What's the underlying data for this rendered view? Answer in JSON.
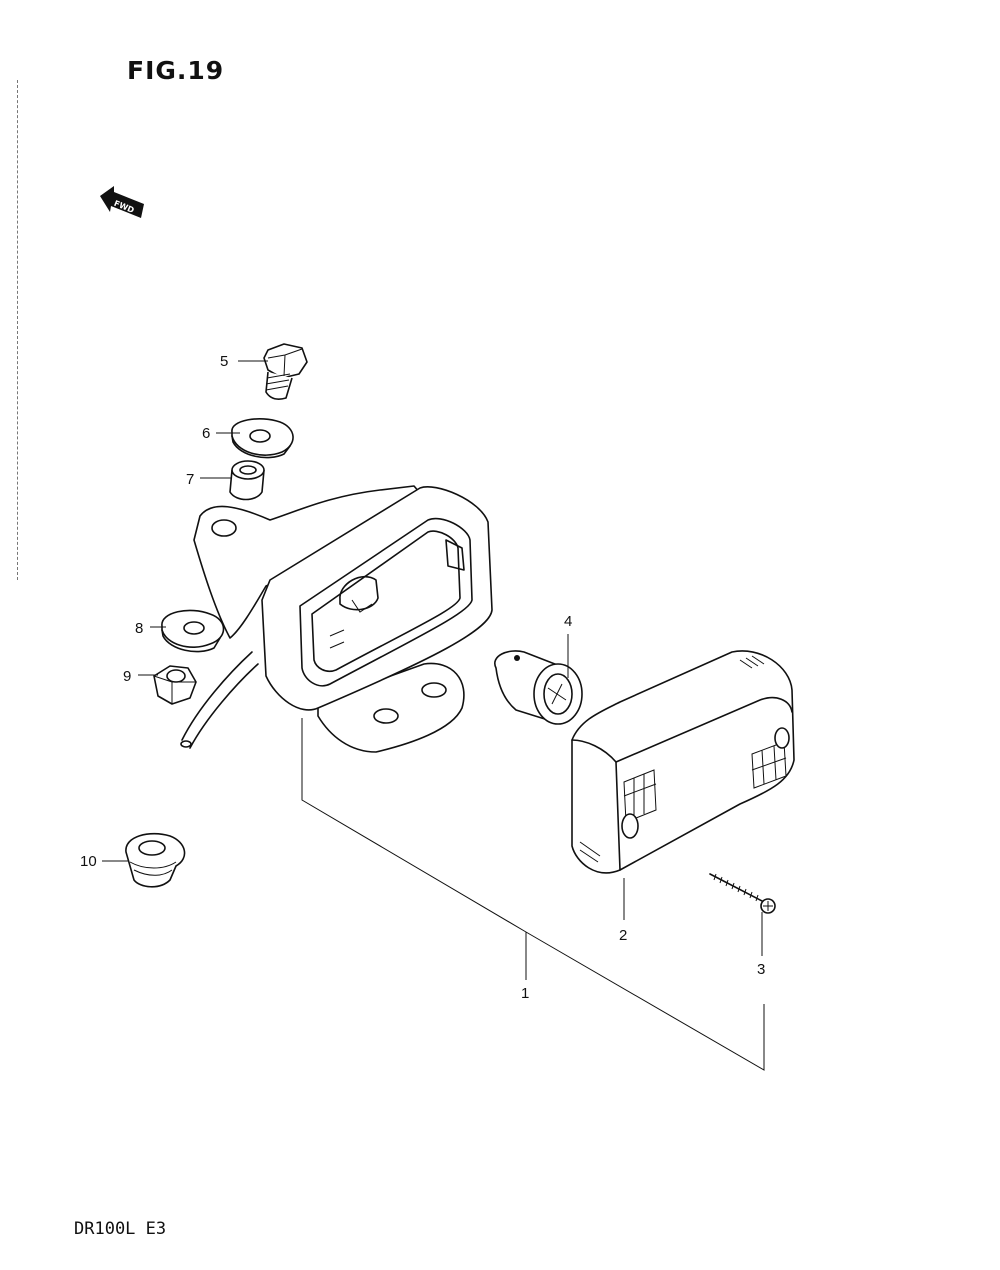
{
  "figure": {
    "title": "FIG.19",
    "fwd_label": "FWD"
  },
  "footer": {
    "model_code": "DR100L E3"
  },
  "callouts": [
    {
      "number": "1",
      "part": "tail-lamp-assembly"
    },
    {
      "number": "2",
      "part": "lens"
    },
    {
      "number": "3",
      "part": "screw"
    },
    {
      "number": "4",
      "part": "bulb"
    },
    {
      "number": "5",
      "part": "bolt"
    },
    {
      "number": "6",
      "part": "washer"
    },
    {
      "number": "7",
      "part": "spacer"
    },
    {
      "number": "8",
      "part": "washer"
    },
    {
      "number": "9",
      "part": "nut"
    },
    {
      "number": "10",
      "part": "grommet"
    }
  ]
}
